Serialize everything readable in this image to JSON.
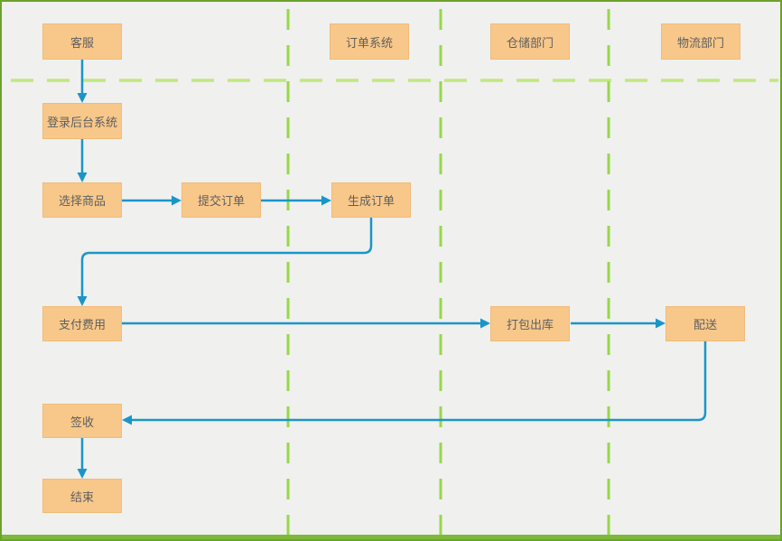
{
  "diagram": {
    "lane_headers": [
      {
        "label": "客服"
      },
      {
        "label": "订单系统"
      },
      {
        "label": "仓储部门"
      },
      {
        "label": "物流部门"
      }
    ],
    "nodes": [
      {
        "id": "login",
        "label": "登录后台系统"
      },
      {
        "id": "select",
        "label": "选择商品"
      },
      {
        "id": "submit",
        "label": "提交订单"
      },
      {
        "id": "generate",
        "label": "生成订单"
      },
      {
        "id": "pay",
        "label": "支付费用"
      },
      {
        "id": "pack",
        "label": "打包出库"
      },
      {
        "id": "deliver",
        "label": "配送"
      },
      {
        "id": "sign",
        "label": "签收"
      },
      {
        "id": "end",
        "label": "结束"
      }
    ],
    "edges": [
      {
        "from": "客服",
        "to": "登录后台系统"
      },
      {
        "from": "登录后台系统",
        "to": "选择商品"
      },
      {
        "from": "选择商品",
        "to": "提交订单"
      },
      {
        "from": "提交订单",
        "to": "生成订单"
      },
      {
        "from": "生成订单",
        "to": "支付费用"
      },
      {
        "from": "支付费用",
        "to": "打包出库"
      },
      {
        "from": "打包出库",
        "to": "配送"
      },
      {
        "from": "配送",
        "to": "签收"
      },
      {
        "from": "签收",
        "to": "结束"
      }
    ],
    "colors": {
      "node_fill": "#f8c88a",
      "node_border": "#f0bb79",
      "node_text": "#5e5e5e",
      "connector": "#1a95c8",
      "lane_divider_vertical": "#98d74b",
      "lane_divider_horizontal": "#c0e781",
      "canvas_border": "#6ca32c",
      "canvas_bottom_bar": "#7db93a",
      "background": "#f0f0ee"
    }
  }
}
